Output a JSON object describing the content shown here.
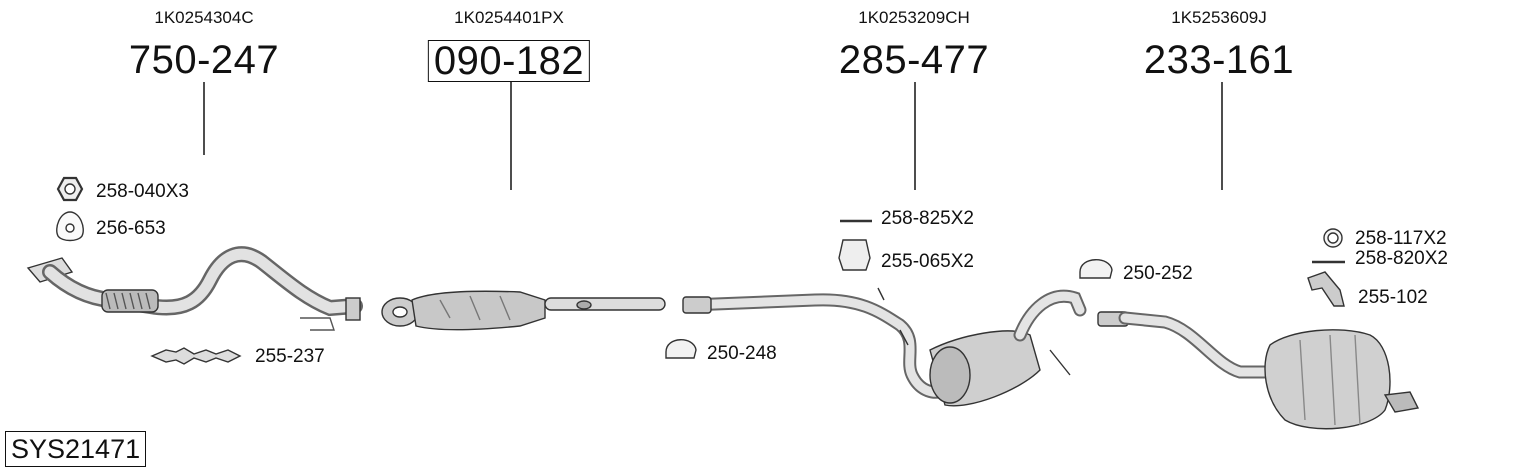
{
  "groups": [
    {
      "oem": "1K0254304C",
      "part": "750-247"
    },
    {
      "oem": "1K0254401PX",
      "part": "090-182"
    },
    {
      "oem": "1K0253209CH",
      "part": "285-477"
    },
    {
      "oem": "1K5253609J",
      "part": "233-161"
    }
  ],
  "accessories": {
    "a1": "258-040X3",
    "a2": "256-653",
    "a3": "255-237",
    "a4": "250-248",
    "a5": "258-825X2",
    "a6": "255-065X2",
    "a7": "250-252",
    "a8": "258-117X2",
    "a9": "258-820X2",
    "a10": "255-102"
  },
  "system_id": "SYS21471"
}
